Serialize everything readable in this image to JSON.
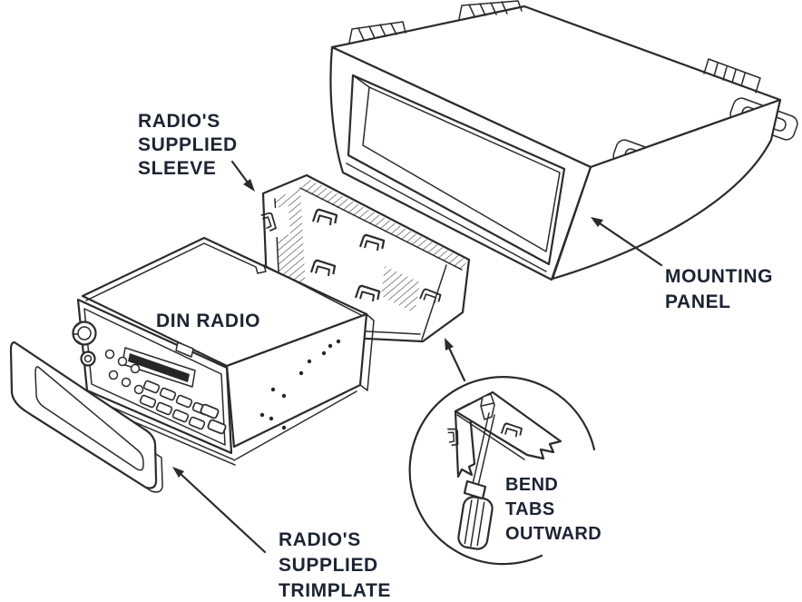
{
  "figure": {
    "type": "installation-diagram",
    "background": "#ffffff",
    "line_color": "#2b2b2b",
    "text_color": "#1c2433",
    "labels": {
      "sleeve": {
        "line1": "RADIO'S",
        "line2": "SUPPLIED",
        "line3": "SLEEVE"
      },
      "din_radio": {
        "line1": "DIN RADIO"
      },
      "mounting_panel": {
        "line1": "MOUNTING",
        "line2": "PANEL"
      },
      "trimplate": {
        "line1": "RADIO'S",
        "line2": "SUPPLIED",
        "line3": "TRIMPLATE"
      },
      "bend_tabs": {
        "line1": "BEND",
        "line2": "TABS",
        "line3": "OUTWARD"
      }
    }
  }
}
